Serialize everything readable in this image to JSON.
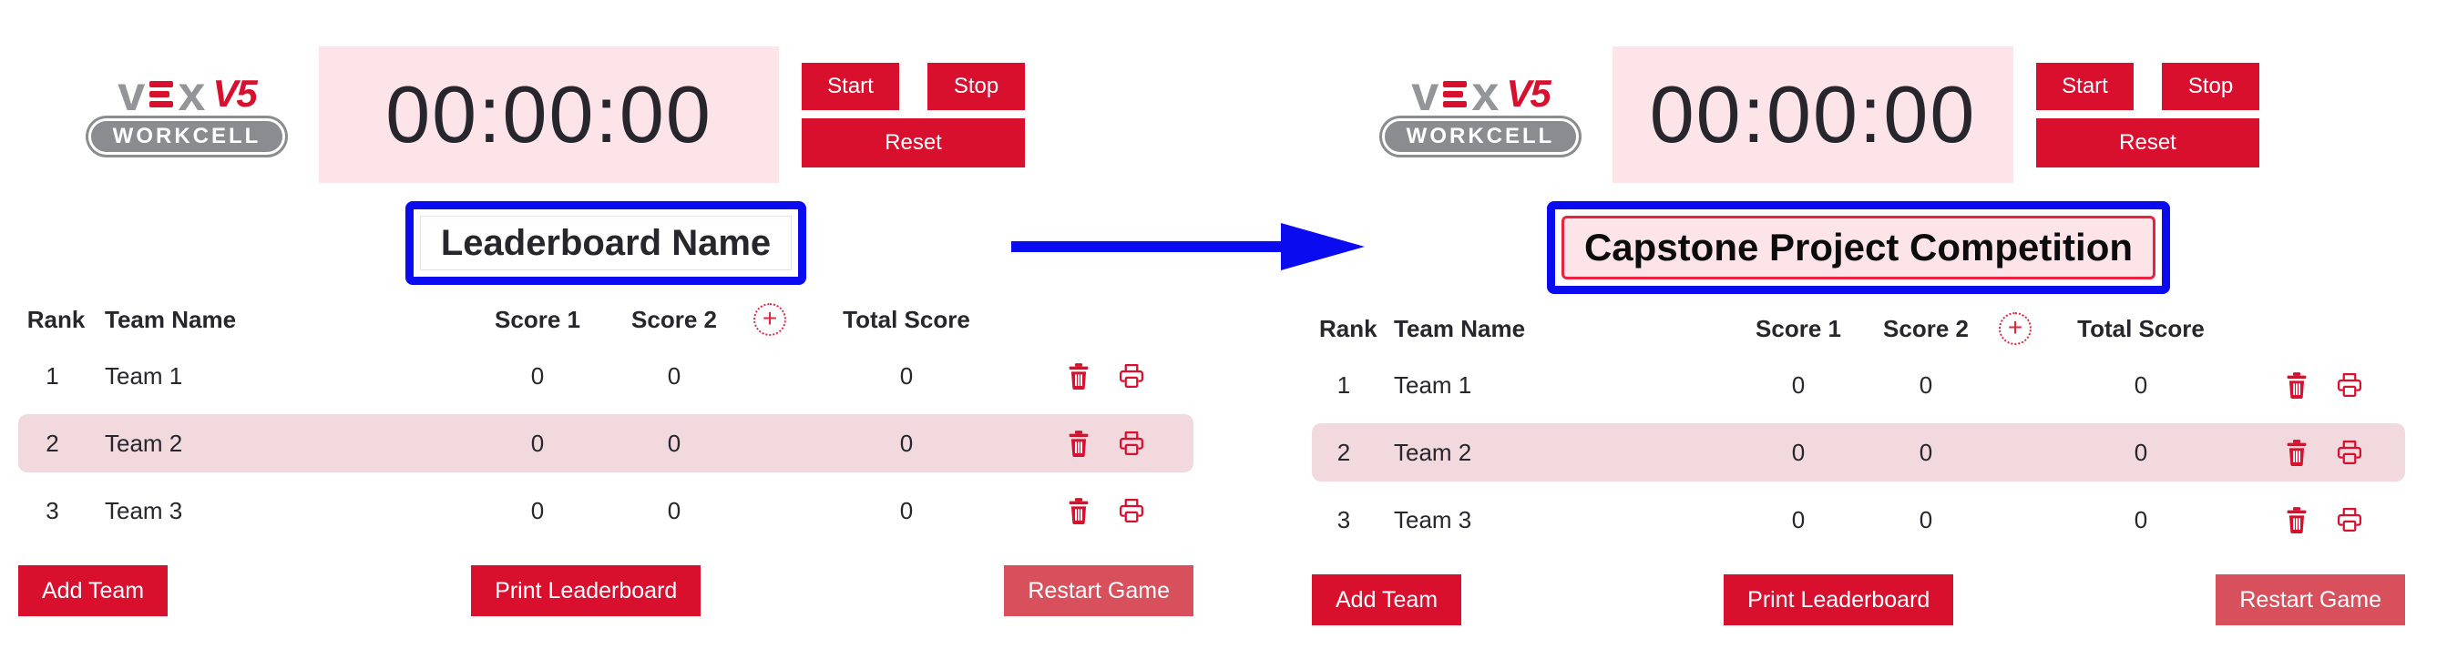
{
  "colors": {
    "brand_red": "#d8102e",
    "restart_red": "#d8505c",
    "timer_pink": "#fce4e8",
    "row_pink": "#f2d9dd",
    "highlight_blue": "#0b0bf0",
    "edit_border_red": "#e8233f"
  },
  "icons": {
    "plus_glyph": "+",
    "add_score_column": "add-score-column-icon",
    "delete_team": "delete-team-icon",
    "print_row": "print-row-icon",
    "transition": "transition-arrow"
  },
  "panels": [
    {
      "state": "before",
      "logo": {
        "word_start": "v",
        "word_end": "x",
        "badge": "V5",
        "banner": "WORKCELL"
      },
      "timer": {
        "display": "00:00:00",
        "start_label": "Start",
        "stop_label": "Stop",
        "reset_label": "Reset"
      },
      "title": {
        "value": "Leaderboard Name"
      },
      "table": {
        "headers": {
          "rank": "Rank",
          "team": "Team Name",
          "score1": "Score 1",
          "score2": "Score 2",
          "total": "Total Score"
        },
        "rows": [
          {
            "rank": "1",
            "team": "Team 1",
            "score1": "0",
            "score2": "0",
            "total": "0"
          },
          {
            "rank": "2",
            "team": "Team 2",
            "score1": "0",
            "score2": "0",
            "total": "0"
          },
          {
            "rank": "3",
            "team": "Team 3",
            "score1": "0",
            "score2": "0",
            "total": "0"
          }
        ]
      },
      "footer": {
        "add_team_label": "Add Team",
        "print_label": "Print Leaderboard",
        "restart_label": "Restart Game"
      }
    },
    {
      "state": "after",
      "logo": {
        "word_start": "v",
        "word_end": "x",
        "badge": "V5",
        "banner": "WORKCELL"
      },
      "timer": {
        "display": "00:00:00",
        "start_label": "Start",
        "stop_label": "Stop",
        "reset_label": "Reset"
      },
      "title": {
        "value": "Capstone Project Competition"
      },
      "table": {
        "headers": {
          "rank": "Rank",
          "team": "Team Name",
          "score1": "Score 1",
          "score2": "Score 2",
          "total": "Total Score"
        },
        "rows": [
          {
            "rank": "1",
            "team": "Team 1",
            "score1": "0",
            "score2": "0",
            "total": "0"
          },
          {
            "rank": "2",
            "team": "Team 2",
            "score1": "0",
            "score2": "0",
            "total": "0"
          },
          {
            "rank": "3",
            "team": "Team 3",
            "score1": "0",
            "score2": "0",
            "total": "0"
          }
        ]
      },
      "footer": {
        "add_team_label": "Add Team",
        "print_label": "Print Leaderboard",
        "restart_label": "Restart Game"
      }
    }
  ]
}
